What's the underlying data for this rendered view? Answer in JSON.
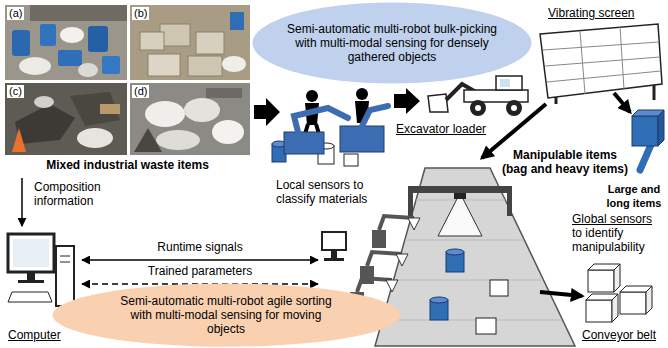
{
  "diagram": {
    "nodes": [
      {
        "text": [
          "(a)"
        ]
      },
      {
        "text": [
          "(b)"
        ]
      },
      {
        "text": [
          "(c)"
        ]
      },
      {
        "text": [
          "(d)"
        ]
      },
      {
        "text": [
          "Semi-automatic multi-robot bulk-picking with multi-modal sensing for densely gathered objects"
        ]
      },
      {
        "text": [
          "Semi-automatic multi-robot agile sorting with multi-modal sensing for moving objects"
        ]
      }
    ],
    "labels": [
      "Mixed industrial waste items",
      "Excavator loader",
      "Vibrating screen",
      "Manipulable items (bag and heavy items)",
      "Large and long items",
      "Local sensors to classify materials",
      "Global sensors to identify manipulability",
      "Composition information",
      "Runtime signals",
      "Trained parameters",
      "Computer",
      "Conveyor belt"
    ]
  }
}
